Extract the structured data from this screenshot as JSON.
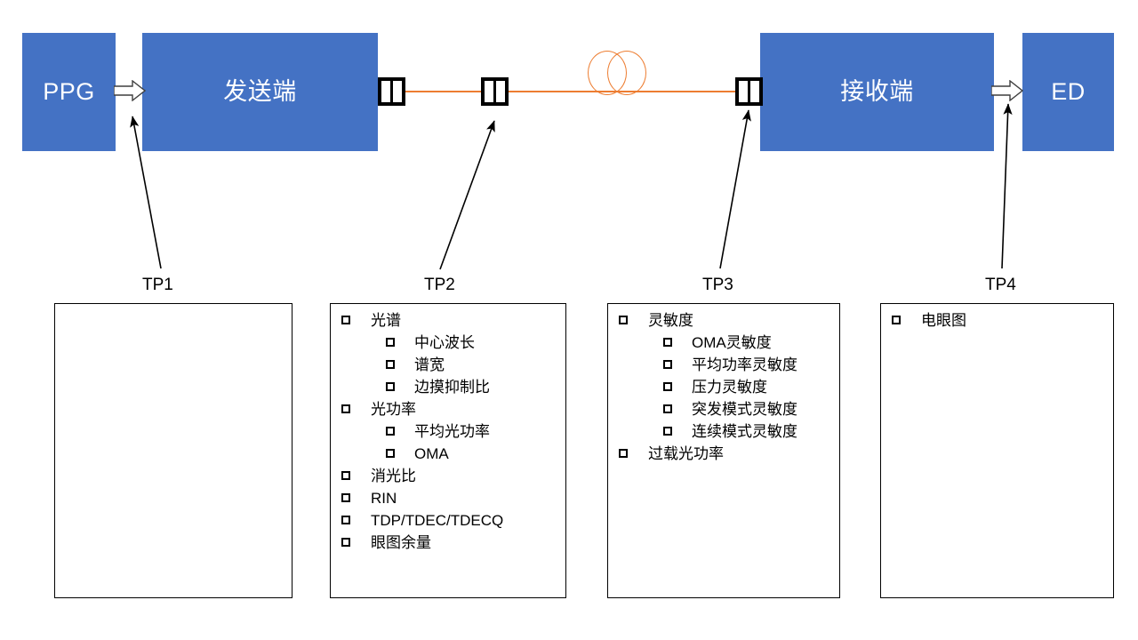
{
  "diagram": {
    "title": "Optical link test point diagram",
    "accent_blue": "#4472C4",
    "fiber_orange": "#ED7D31",
    "outline_black": "#000000"
  },
  "blocks": [
    {
      "id": "ppg",
      "label": "PPG"
    },
    {
      "id": "tx",
      "label": "发送端"
    },
    {
      "id": "rx",
      "label": "接收端"
    },
    {
      "id": "ed",
      "label": "ED"
    }
  ],
  "connectors": [
    {
      "id": "connector-tx",
      "name": "optical-connector"
    },
    {
      "id": "connector-tp2",
      "name": "optical-connector"
    },
    {
      "id": "connector-rx",
      "name": "optical-connector"
    }
  ],
  "test_points": [
    {
      "label": "TP1"
    },
    {
      "label": "TP2"
    },
    {
      "label": "TP3"
    },
    {
      "label": "TP4"
    }
  ],
  "panels": [
    {
      "test_point": "TP1",
      "items": []
    },
    {
      "test_point": "TP2",
      "items": [
        {
          "level": 0,
          "text": "光谱"
        },
        {
          "level": 1,
          "text": "中心波长"
        },
        {
          "level": 1,
          "text": "谱宽"
        },
        {
          "level": 1,
          "text": "边摸抑制比"
        },
        {
          "level": 0,
          "text": "光功率"
        },
        {
          "level": 1,
          "text": "平均光功率"
        },
        {
          "level": 1,
          "text": "OMA"
        },
        {
          "level": 0,
          "text": "消光比"
        },
        {
          "level": 0,
          "text": "RIN"
        },
        {
          "level": 0,
          "text": "TDP/TDEC/TDECQ"
        },
        {
          "level": 0,
          "text": "眼图余量"
        }
      ]
    },
    {
      "test_point": "TP3",
      "items": [
        {
          "level": 0,
          "text": "灵敏度"
        },
        {
          "level": 1,
          "text": "OMA灵敏度"
        },
        {
          "level": 1,
          "text": "平均功率灵敏度"
        },
        {
          "level": 1,
          "text": "压力灵敏度"
        },
        {
          "level": 1,
          "text": "突发模式灵敏度"
        },
        {
          "level": 1,
          "text": "连续模式灵敏度"
        },
        {
          "level": 0,
          "text": "过载光功率"
        }
      ]
    },
    {
      "test_point": "TP4",
      "items": [
        {
          "level": 0,
          "text": "电眼图"
        }
      ]
    }
  ]
}
